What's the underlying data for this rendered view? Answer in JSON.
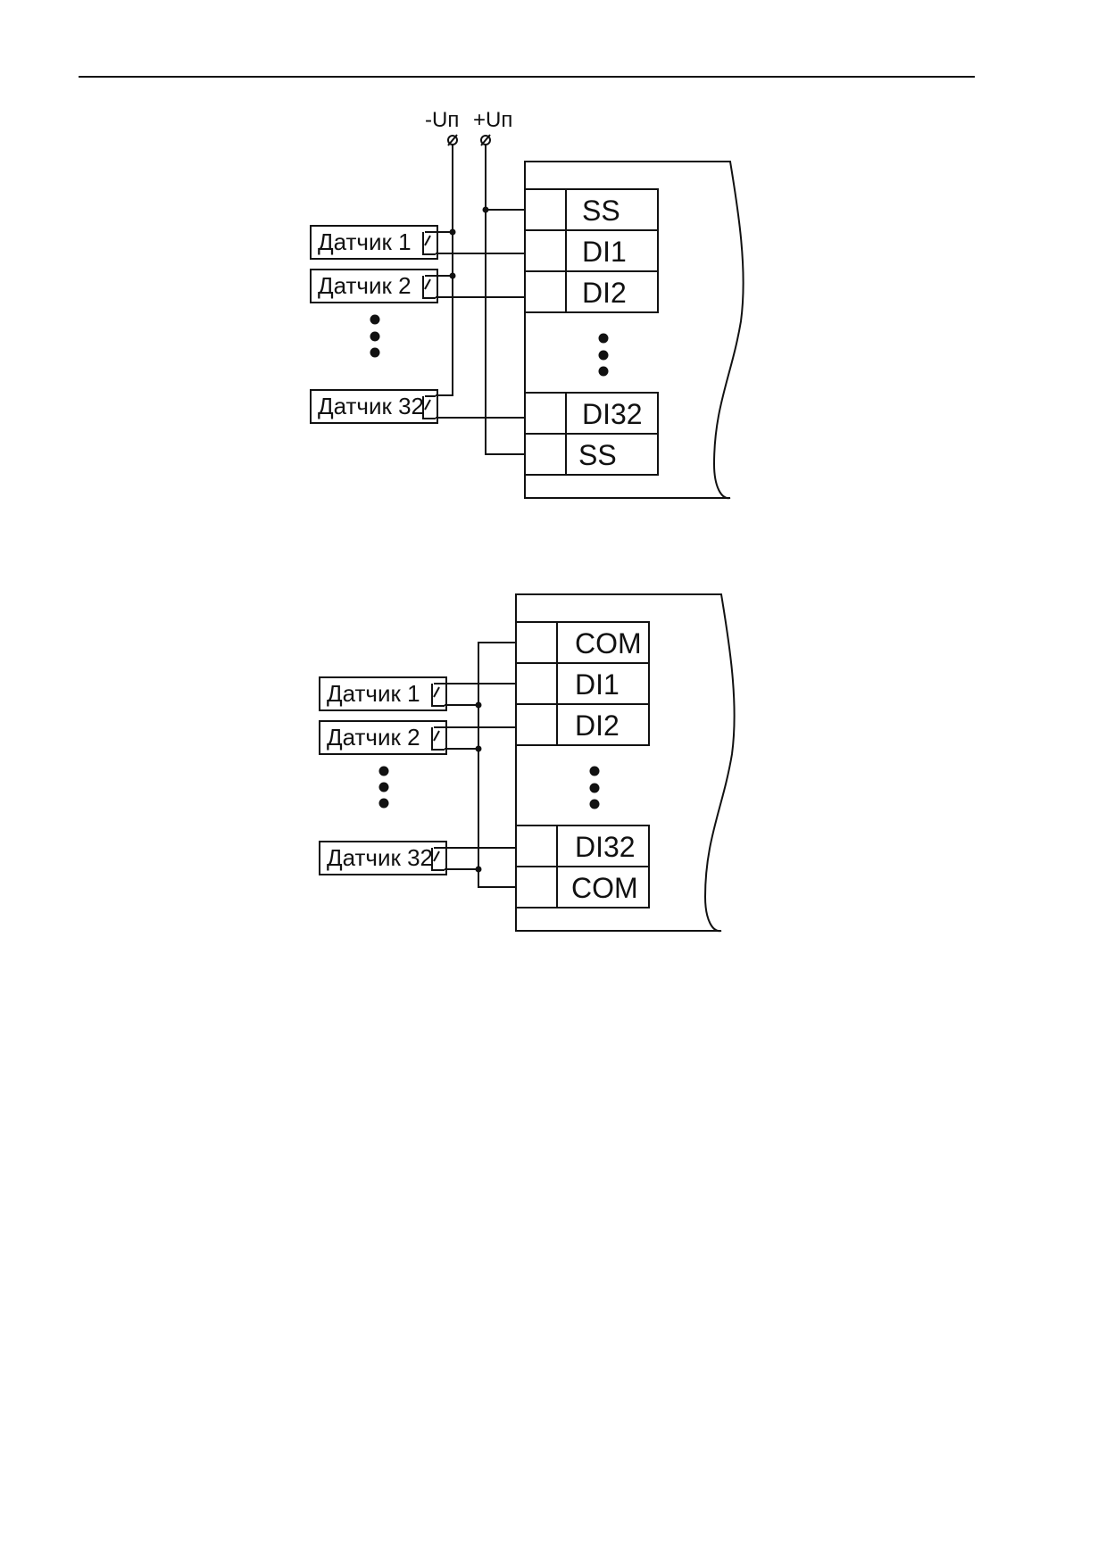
{
  "diagram_1": {
    "supply": {
      "minus_label": "-Uп",
      "plus_label": "+Uп"
    },
    "sensors": [
      "Датчик 1",
      "Датчик 2",
      "Датчик 32"
    ],
    "terminals": [
      "SS",
      "DI1",
      "DI2",
      "DI32",
      "SS"
    ]
  },
  "diagram_2": {
    "sensors": [
      "Датчик 1",
      "Датчик 2",
      "Датчик 32"
    ],
    "terminals": [
      "COM",
      "DI1",
      "DI2",
      "DI32",
      "COM"
    ]
  }
}
